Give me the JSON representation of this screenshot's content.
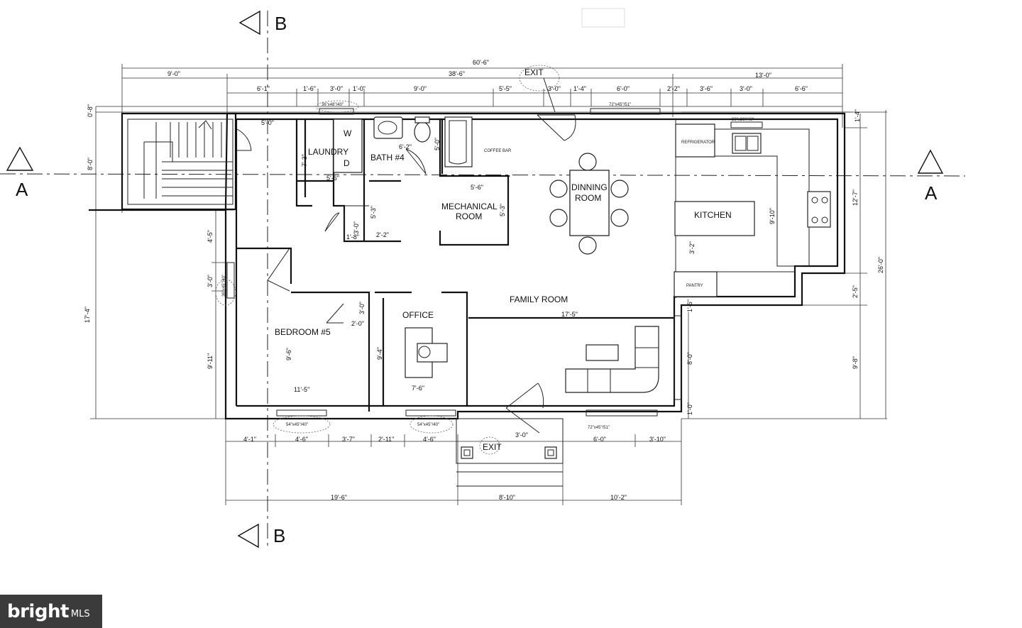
{
  "rooms": {
    "laundry": "LAUNDRY",
    "washer": "W",
    "dryer": "D",
    "bath": "BATH #4",
    "mechanical_1": "MECHANICAL",
    "mechanical_2": "ROOM",
    "dining_1": "DINNING",
    "dining_2": "ROOM",
    "kitchen": "KITCHEN",
    "family": "FAMILY ROOM",
    "office": "OFFICE",
    "bedroom": "BEDROOM #5",
    "refrigerator": "REFRIGERATOR",
    "pantry": "PANTRY",
    "coffee_bar": "COFFEE BAR"
  },
  "exits": {
    "top": "EXIT",
    "bottom": "EXIT"
  },
  "section_marks": {
    "a_left": "A",
    "a_right": "A",
    "b_top": "B",
    "b_bottom": "B"
  },
  "windows": {
    "w_laundry": "36\"x48\"/40\"",
    "w_dining": "72\"x45\"/51\"",
    "w_kitchen": "36\"x36\"/46\"",
    "w_bedroom_side": "36\"x45\"/40\"",
    "w_bedroom_front": "54\"x45\"/40\"",
    "w_office_front": "54\"x45\"/40\"",
    "w_family_front": "72\"x45\"/51\""
  },
  "dims_top": {
    "overall": "60'-6\"",
    "a": "9'-0\"",
    "b": "38'-6\"",
    "c": "13'-0\"",
    "s1": "6'-1\"",
    "s2": "1'-6\"",
    "s3": "3'-0\"",
    "s4": "1'-0\"",
    "s5": "9'-0\"",
    "s6": "5'-5\"",
    "s7": "3'-0\"",
    "s8": "1'-4\"",
    "s9": "6'-0\"",
    "s10": "2'-2\"",
    "s11": "3'-6\"",
    "s12": "3'-0\"",
    "s13": "6'-6\""
  },
  "dims_bottom": {
    "b1": "4'-1\"",
    "b2": "4'-6\"",
    "b3": "3'-7\"",
    "b4": "2'-11\"",
    "b5": "4'-6\"",
    "b6": "3'-0\"",
    "b7": "6'-0\"",
    "b8": "3'-10\"",
    "o1": "19'-6\"",
    "o2": "8'-10\"",
    "o3": "10'-2\""
  },
  "dims_left": {
    "l1": "8'-0\"",
    "l2": "0'-8\"",
    "l3": "17'-4\"",
    "l4": "4'-5\"",
    "l5": "3'-0\"",
    "l6": "9'-11\""
  },
  "dims_right": {
    "r1": "1'-4\"",
    "r2": "12'-7\"",
    "r3": "26'-0\"",
    "r4": "2'-5\"",
    "r5": "9'-8\"",
    "r6": "1'-6\"",
    "r7": "8'-0\"",
    "r8": "1'-0\""
  },
  "dims_interior": {
    "i1": "5'-0\"",
    "i2": "7'-3\"",
    "i3": "5'-6\"",
    "i4": "6'-2\"",
    "i5": "5'-0\"",
    "i6": "5'-6\"",
    "i7": "5'-3\"",
    "i8": "5'-3\"",
    "i9": "3'-0\"",
    "i10": "1'-8\"",
    "i11": "2'-2\"",
    "i12": "9'-10\"",
    "i13": "3'-2\"",
    "i14": "17'-5\"",
    "i15": "3'-0\"",
    "i16": "2'-0\"",
    "i17": "9'-6\"",
    "i18": "11'-5\"",
    "i19": "9'-4\"",
    "i20": "7'-6\""
  },
  "logo": {
    "main": "bright",
    "sub": "MLS"
  }
}
